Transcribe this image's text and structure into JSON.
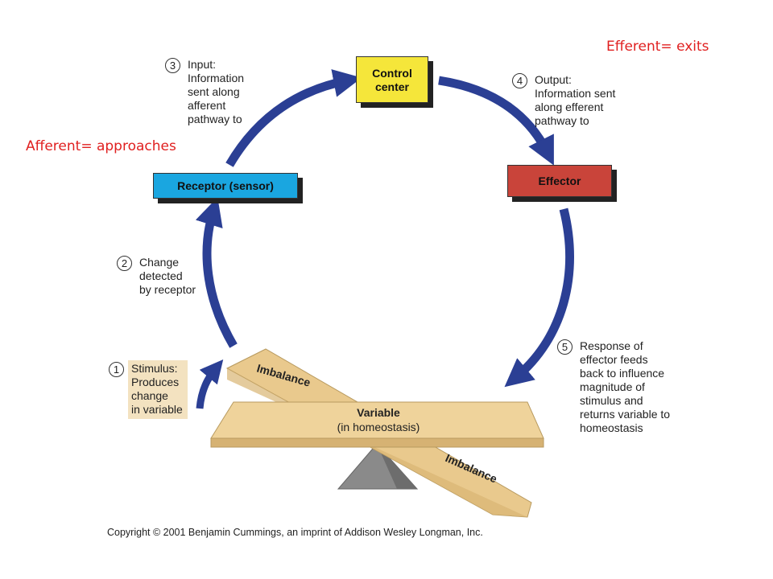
{
  "notes": {
    "efferent": "Efferent= exits",
    "afferent": "Afferent= approaches"
  },
  "boxes": {
    "control_center_line1": "Control",
    "control_center_line2": "center",
    "receptor": "Receptor (sensor)",
    "effector": "Effector"
  },
  "steps": [
    {
      "number": "1",
      "lines": [
        "Stimulus:",
        "Produces",
        "change",
        "in variable"
      ]
    },
    {
      "number": "2",
      "lines": [
        "Change",
        "detected",
        "by receptor"
      ]
    },
    {
      "number": "3",
      "lines": [
        "Input:",
        "Information",
        "sent along",
        "afferent",
        "pathway to"
      ]
    },
    {
      "number": "4",
      "lines": [
        "Output:",
        "Information sent",
        "along efferent",
        "pathway to"
      ]
    },
    {
      "number": "5",
      "lines": [
        "Response of",
        "effector feeds",
        "back to influence",
        "magnitude of",
        "stimulus and",
        "returns variable to",
        "homeostasis"
      ]
    }
  ],
  "balance": {
    "variable_label": "Variable",
    "variable_sub": "(in homeostasis)",
    "imbalance_left": "Imbalance",
    "imbalance_right": "Imbalance"
  },
  "copyright": "Copyright © 2001 Benjamin Cummings, an imprint of Addison Wesley Longman, Inc.",
  "colors": {
    "arrow": "#2b3f94",
    "control_center": "#f5e63a",
    "receptor": "#1aa6e0",
    "effector": "#c9443a",
    "plank": "#e9c98d",
    "stimulus_bg": "#f3e2c0",
    "note_red": "#e02020"
  }
}
